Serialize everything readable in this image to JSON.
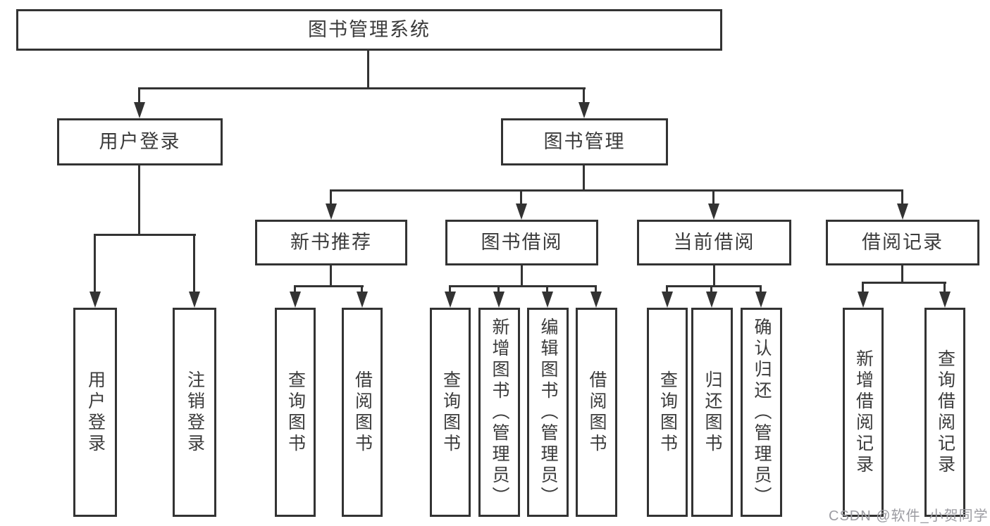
{
  "diagram": {
    "title": "图书管理系统",
    "watermark": "CSDN @软件_小贺同学",
    "colors": {
      "line": "#333333",
      "text": "#3b3b3b",
      "background": "#ffffff",
      "watermark": "#9c9ca2"
    },
    "tree": {
      "root": {
        "label": "图书管理系统"
      },
      "branches": [
        {
          "label": "用户登录",
          "children": [
            {
              "label": "用户登录"
            },
            {
              "label": "注销登录"
            }
          ]
        },
        {
          "label": "图书管理",
          "sections": [
            {
              "label": "新书推荐",
              "children": [
                {
                  "label": "查询图书"
                },
                {
                  "label": "借阅图书"
                }
              ]
            },
            {
              "label": "图书借阅",
              "children": [
                {
                  "label": "查询图书"
                },
                {
                  "label": "新增图书（管理员）"
                },
                {
                  "label": "编辑图书（管理员）"
                },
                {
                  "label": "借阅图书"
                }
              ]
            },
            {
              "label": "当前借阅",
              "children": [
                {
                  "label": "查询图书"
                },
                {
                  "label": "归还图书"
                },
                {
                  "label": "确认归还（管理员）"
                }
              ]
            },
            {
              "label": "借阅记录",
              "children": [
                {
                  "label": "新增借阅记录"
                },
                {
                  "label": "查询借阅记录"
                }
              ]
            }
          ]
        }
      ]
    }
  }
}
